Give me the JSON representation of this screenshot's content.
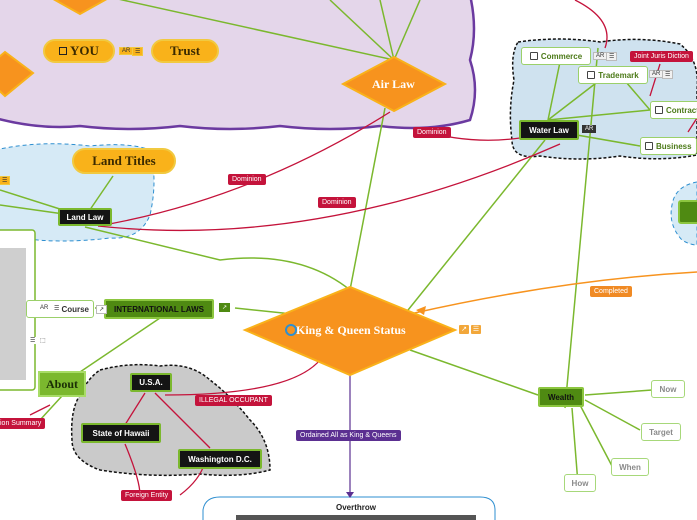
{
  "central": {
    "label": "King & Queen Status"
  },
  "air_law": {
    "label": "Air Law"
  },
  "top_nodes": {
    "you": "YOU",
    "trust": "Trust",
    "land_titles": "Land Titles"
  },
  "water_group": {
    "water_law": "Water Law",
    "commerce": "Commerce",
    "trademark": "Trademark",
    "contracts": "Contracts",
    "business": "Business",
    "joint_label": "Joint Juris Diction"
  },
  "land_law": "Land Law",
  "international_laws": "INTERNATIONAL LAWS",
  "course": "Course",
  "about": "About",
  "usa_group": {
    "usa": "U.S.A.",
    "hawaii": "State of Hawaii",
    "dc": "Washington D.C."
  },
  "wealth": {
    "label": "Wealth",
    "now": "Now",
    "target": "Target",
    "when": "When",
    "how": "How"
  },
  "overthrow": {
    "title": "Overthrow"
  },
  "relations": {
    "dominion_1": "Dominion",
    "dominion_2": "Dominion",
    "dominion_3": "Dominion",
    "illegal_occupant": "ILLEGAL OCCUPANT",
    "ordained": "Ordained All as King & Queens",
    "completed": "Completed",
    "foreign_entity": "Foreign Entity",
    "union_summary": "ion Summary"
  },
  "badges": {
    "ar": "AR"
  },
  "colors": {
    "accent_orange": "#f7931e",
    "green": "#7bb82e",
    "red_rel": "#c4133b",
    "purple_rel": "#5b2f91"
  }
}
